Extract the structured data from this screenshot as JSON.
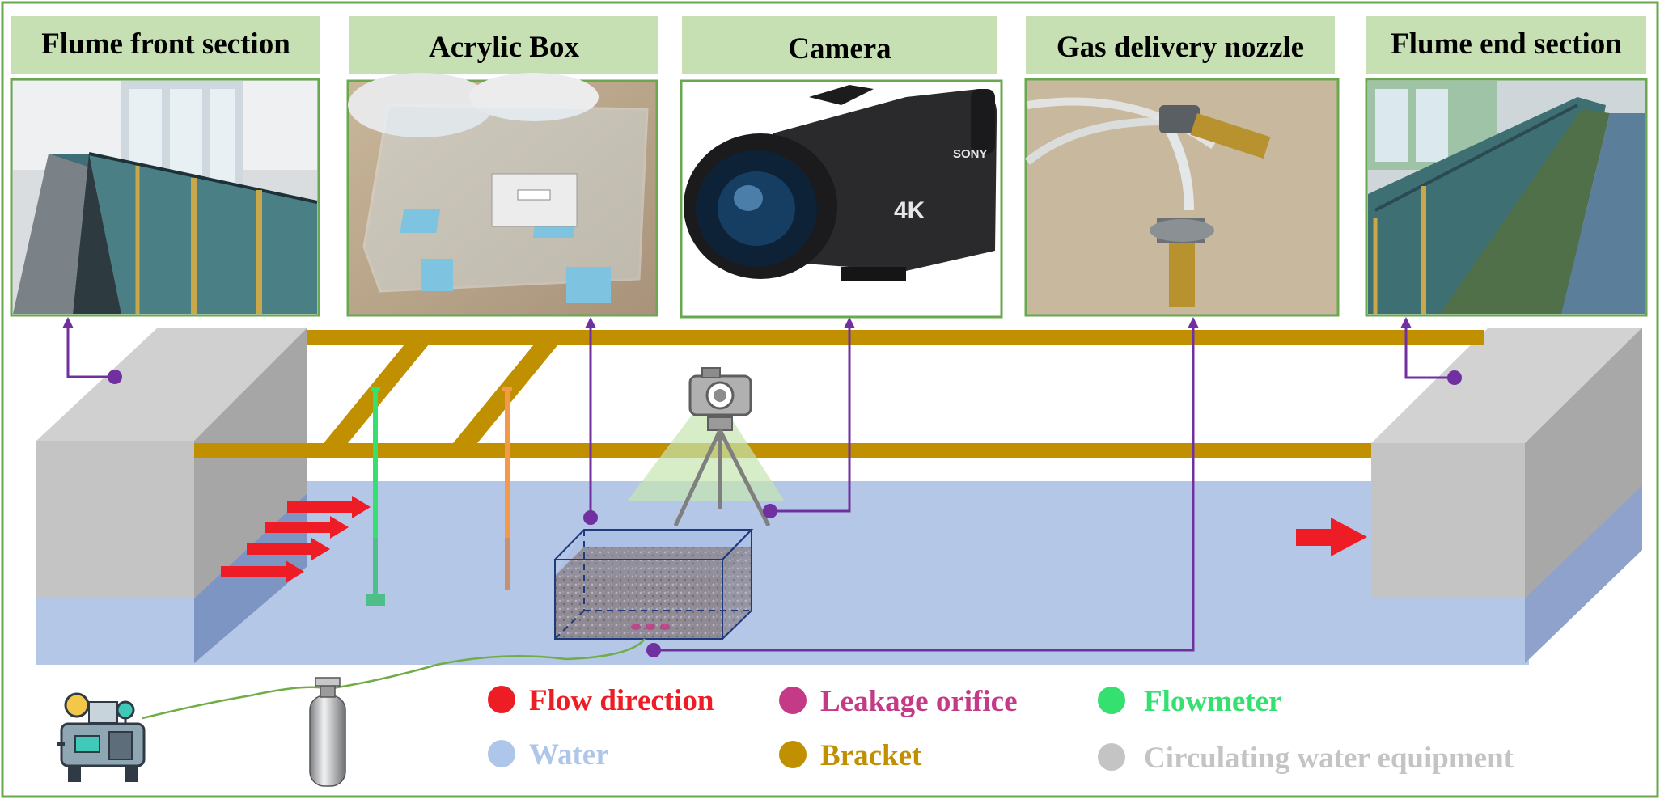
{
  "panels": [
    {
      "title": "Flume front section",
      "photo_icon": "flume-front-photo"
    },
    {
      "title": "Acrylic Box",
      "photo_icon": "acrylic-box-photo"
    },
    {
      "title": "Camera",
      "photo_icon": "camcorder-photo"
    },
    {
      "title": "Gas delivery nozzle",
      "photo_icon": "nozzle-photo"
    },
    {
      "title": "Flume end section",
      "photo_icon": "flume-end-photo"
    }
  ],
  "camera_brand": "SONY",
  "camera_badge": "4K",
  "legend": [
    {
      "label": "Flow direction",
      "color": "#ee1c25"
    },
    {
      "label": "Leakage orifice",
      "color": "#c43a87"
    },
    {
      "label": "Flowmeter",
      "color": "#33e070"
    },
    {
      "label": "Water",
      "color": "#adc6ea"
    },
    {
      "label": "Bracket",
      "color": "#c09000"
    },
    {
      "label": "Circulating water equipment",
      "color": "#c4c4c4"
    }
  ],
  "colors": {
    "frame": "#6aa84f",
    "title_bg": "#c6e0b4",
    "pointer": "#7030a0",
    "bracket": "#c09000",
    "water": "#b4c7e7",
    "gas_line": "#70ad47"
  }
}
